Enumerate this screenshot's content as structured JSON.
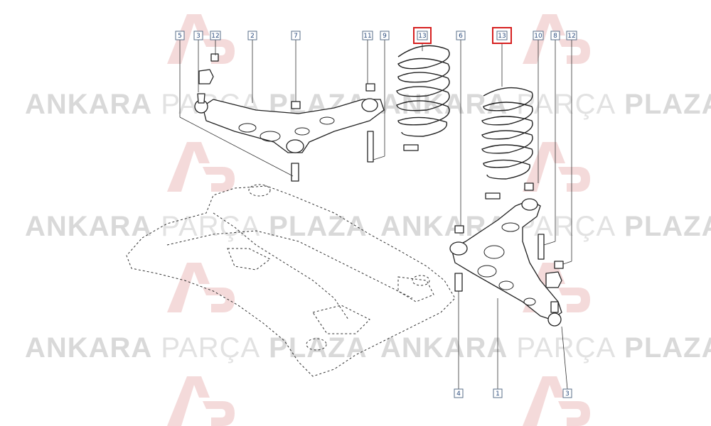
{
  "watermark": {
    "bold_1": "ANKARA",
    "light": "PARÇA",
    "bold_2": "PLAZA",
    "logo_letters": "AP",
    "colors": {
      "text": "#d9d9d9",
      "logo": "#f3d6d6"
    }
  },
  "callouts": {
    "c5": "5",
    "c3": "3",
    "c12a": "12",
    "c2": "2",
    "c7": "7",
    "c11": "11",
    "c9": "9",
    "c13a": "13",
    "c6": "6",
    "c13b": "13",
    "c10": "10",
    "c8": "8",
    "c12b": "12",
    "c4": "4",
    "c1": "1",
    "c3b": "3"
  },
  "highlight_color": "#d62020",
  "callout_color": "#2b4c7e"
}
